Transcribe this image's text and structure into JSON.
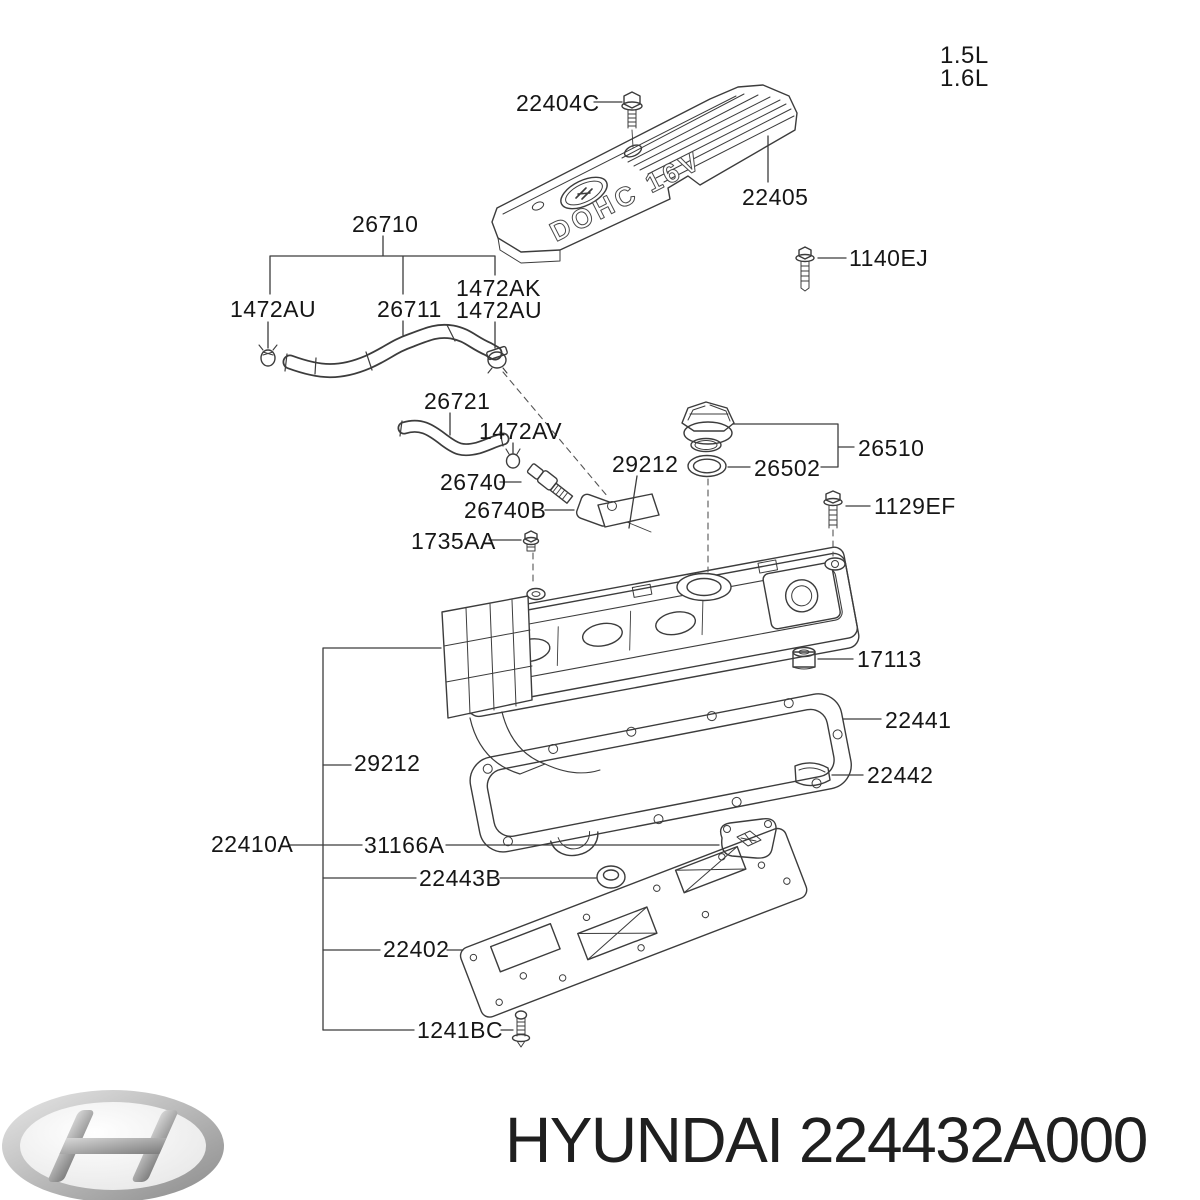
{
  "colors": {
    "background": "#ffffff",
    "line": "#3c3c3c",
    "label_text": "#161616",
    "footer_text": "#1f1f1f",
    "logo_silver_light": "#dcdcdc",
    "logo_silver_dark": "#8a8a8a"
  },
  "engine_options": {
    "option1": "1.5L",
    "option2": "1.6L"
  },
  "cover_badge": {
    "text": "DOHC 16V"
  },
  "footer": {
    "text": "HYUNDAI 224432A000"
  },
  "labels": {
    "l22404c": "22404C",
    "l22405": "22405",
    "l26710": "26710",
    "l1472au_a": "1472AU",
    "l26711": "26711",
    "l1472ak": "1472AK",
    "l1472au_b": "1472AU",
    "l1140ej": "1140EJ",
    "l26721": "26721",
    "l1472av": "1472AV",
    "l26740": "26740",
    "l26740b": "26740B",
    "l29212_top": "29212",
    "l26502": "26502",
    "l26510": "26510",
    "l1129ef": "1129EF",
    "l1735aa": "1735AA",
    "l17113": "17113",
    "l22441": "22441",
    "l22442": "22442",
    "l29212_left": "29212",
    "l22410a": "22410A",
    "l31166a": "31166A",
    "l22443b": "22443B",
    "l22402": "22402",
    "l1241bc": "1241BC"
  }
}
